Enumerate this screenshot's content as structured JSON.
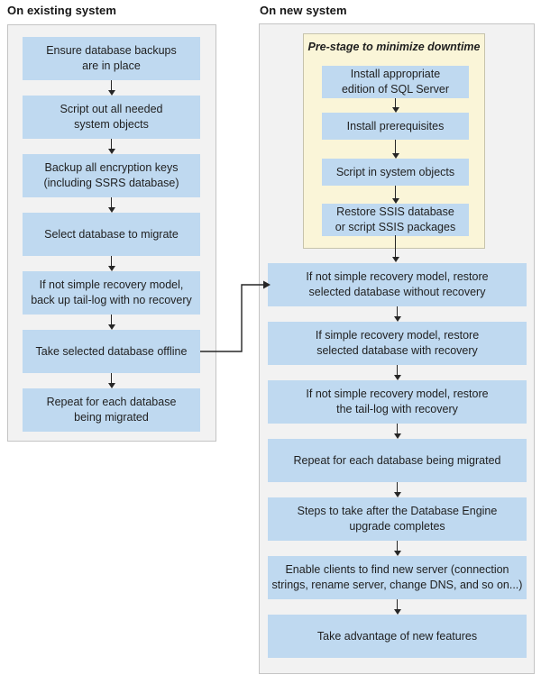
{
  "headings": {
    "existing": "On existing system",
    "new": "On new system"
  },
  "existing_panel": {
    "steps": [
      "Ensure database backups\nare in place",
      "Script out all needed\nsystem objects",
      "Backup all encryption keys\n(including SSRS database)",
      "Select database to migrate",
      "If not simple recovery model,\nback up tail-log with no recovery",
      "Take selected database offline",
      "Repeat for each database\nbeing migrated"
    ]
  },
  "prestage": {
    "title": "Pre-stage to minimize downtime",
    "steps": [
      "Install appropriate\nedition of SQL Server",
      "Install prerequisites",
      "Script in system objects",
      "Restore SSIS database\nor script SSIS packages"
    ]
  },
  "new_panel": {
    "steps": [
      "If not simple recovery model, restore\nselected database without recovery",
      "If simple recovery model, restore\nselected database with recovery",
      "If not simple recovery model, restore\nthe tail-log with recovery",
      "Repeat for each database being migrated",
      "Steps to take after the Database Engine\nupgrade completes",
      "Enable clients to find new server (connection\nstrings, rename server, change DNS, and so on...)",
      "Take advantage of new features"
    ]
  },
  "colors": {
    "step_fill": "#BFD9F0",
    "panel_fill": "#F2F2F2",
    "panel_border": "#C4C4C4",
    "prestage_fill": "#FAF5D8",
    "prestage_border": "#C6C3AC",
    "arrow": "#262626",
    "text": "#1F1F1F"
  }
}
